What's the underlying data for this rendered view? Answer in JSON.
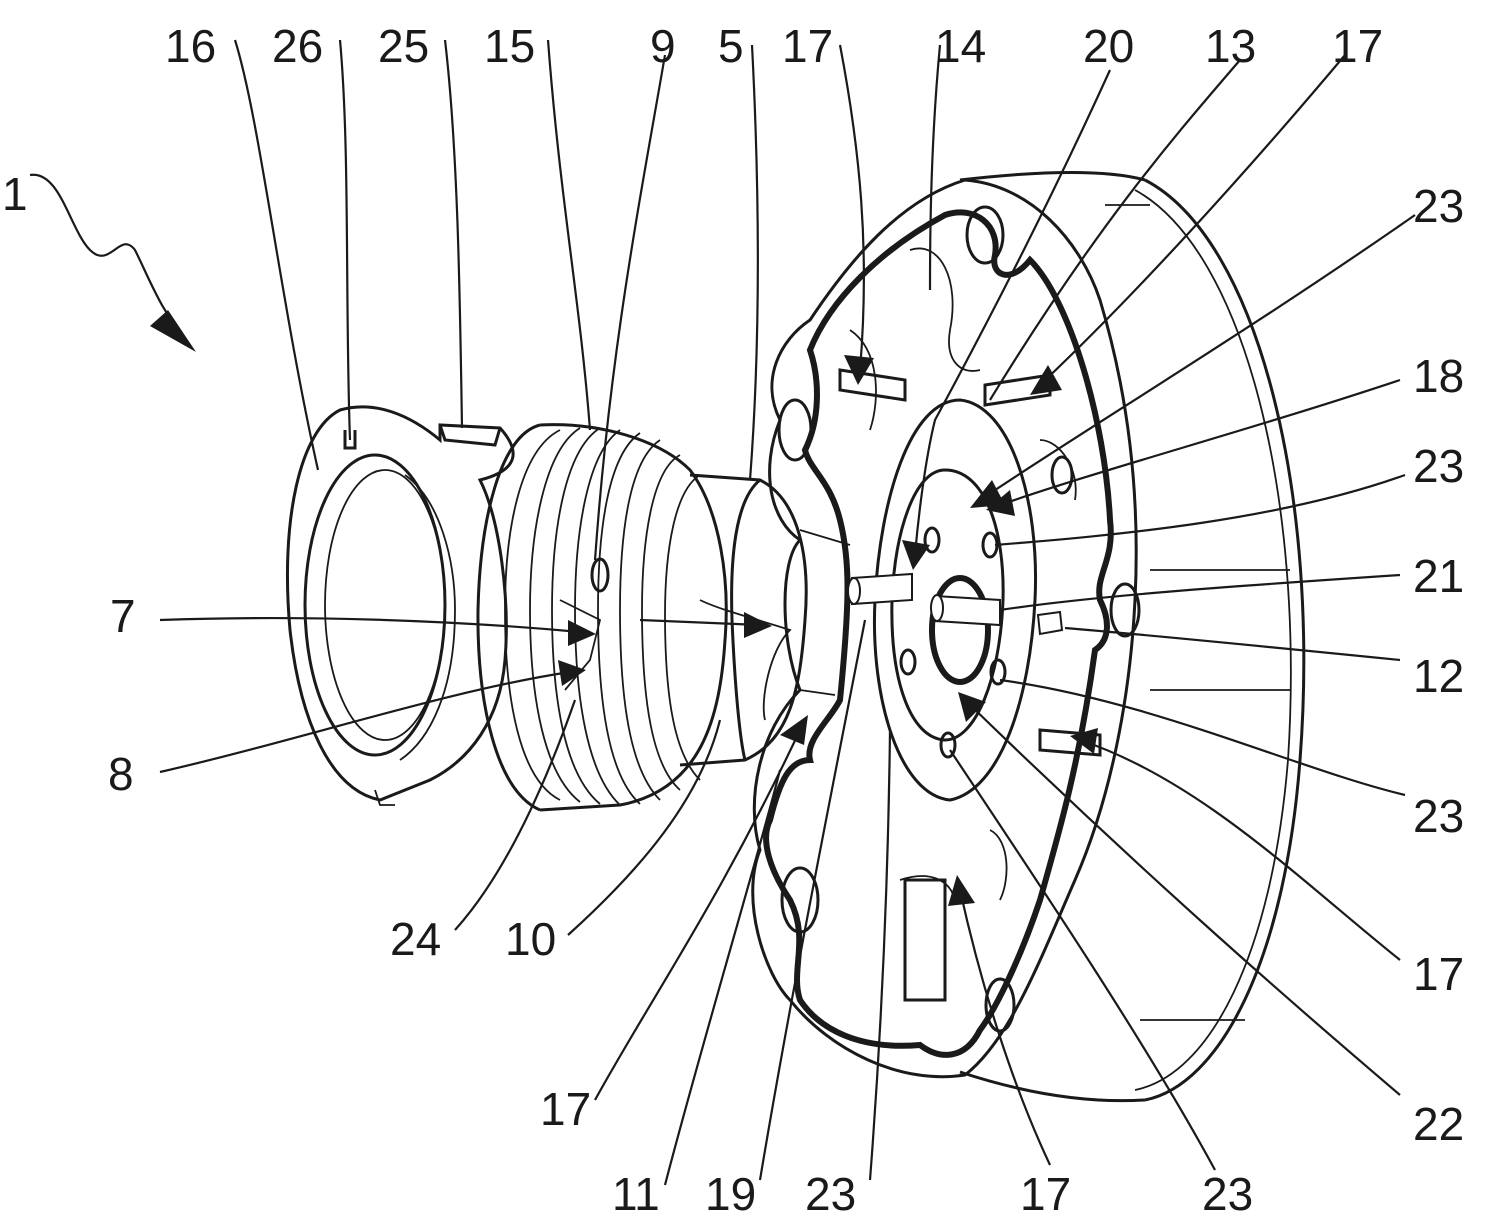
{
  "figure": {
    "labels": {
      "l1": "1",
      "l16": "16",
      "l26": "26",
      "l25": "25",
      "l15": "15",
      "l9": "9",
      "l5": "5",
      "l17_top": "17",
      "l14": "14",
      "l20": "20",
      "l13": "13",
      "l17_tr": "17",
      "l23_r1": "23",
      "l18": "18",
      "l23_r2": "23",
      "l21": "21",
      "l12": "12",
      "l23_r3": "23",
      "l17_r": "17",
      "l22": "22",
      "l7": "7",
      "l8": "8",
      "l24": "24",
      "l10": "10",
      "l17_bl": "17",
      "l11": "11",
      "l19": "19",
      "l23_b1": "23",
      "l17_b": "17",
      "l23_b2": "23"
    },
    "ink_color": "#1a1a1a",
    "paper_color": "#ffffff"
  }
}
